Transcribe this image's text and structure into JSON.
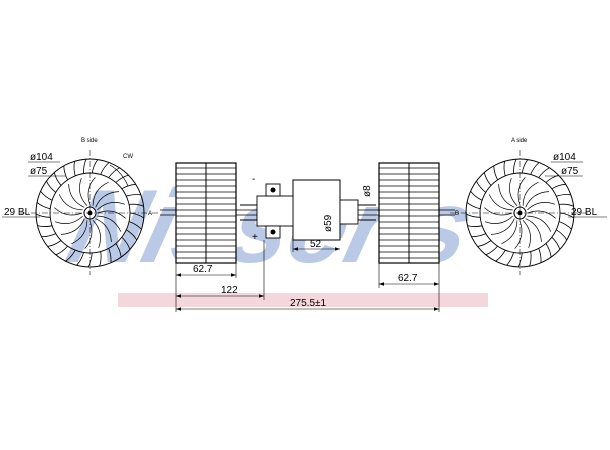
{
  "watermark": {
    "text": "Nissens",
    "color": "#b9c9e6",
    "band_color": "#f4d7dd"
  },
  "left_fan": {
    "side_label": "B side",
    "rotation_label": "CW",
    "outer_dia": "ø104",
    "inner_dia": "ø75",
    "blades": "29 BL"
  },
  "right_fan": {
    "side_label": "A side",
    "outer_dia": "ø104",
    "inner_dia": "ø75",
    "blades": "29 BL"
  },
  "section_marks": {
    "left": "A",
    "right": "B"
  },
  "motor": {
    "diameter": "ø59",
    "shaft": "ø8",
    "terminal_minus": "-",
    "terminal_plus": "+"
  },
  "dimensions": {
    "motor_offset": "52",
    "wheel_width_left": "62.7",
    "wheel_width_right": "62.7",
    "to_motor": "122",
    "overall": "275.5±1"
  }
}
